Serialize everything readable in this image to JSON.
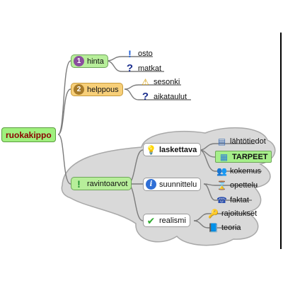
{
  "root": {
    "label": "ruokakippo"
  },
  "branches": {
    "hinta": {
      "label": "hinta",
      "priority": "1",
      "children": [
        "osto",
        "matkat"
      ]
    },
    "helppous": {
      "label": "helppous",
      "priority": "2",
      "children": [
        "sesonki",
        "aikataulut"
      ]
    },
    "ravintoarvot": {
      "label": "ravintoarvot",
      "laskettava": {
        "label": "laskettava",
        "children": [
          "lähtötiedot",
          "TARPEET",
          "kokemus"
        ]
      },
      "suunnittelu": {
        "label": "suunnittelu",
        "children": [
          "opettelu",
          "faktat"
        ]
      },
      "realismi": {
        "label": "realismi",
        "children": [
          "rajoitukset",
          "teoria"
        ]
      }
    }
  },
  "colors": {
    "branch_green": "#b7ee9a",
    "branch_orange": "#f7cf79",
    "cloud": "#d9d9d9",
    "root_text": "#8b0000"
  }
}
